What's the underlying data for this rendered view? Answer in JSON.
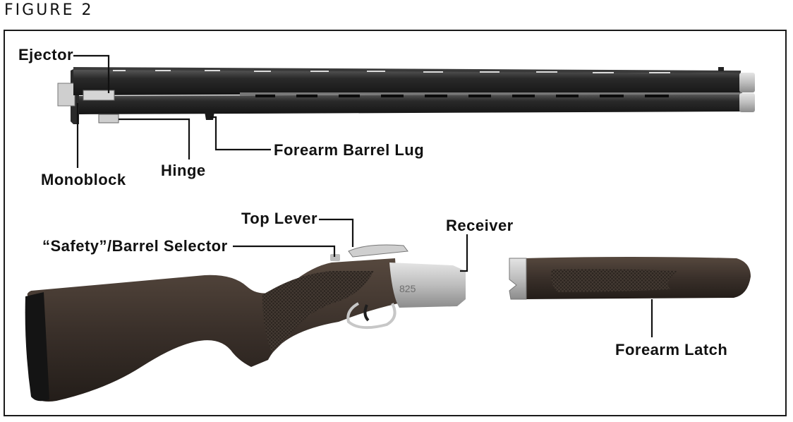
{
  "figure_title": "FIGURE 2",
  "labels": {
    "ejector": "Ejector",
    "monoblock": "Monoblock",
    "hinge": "Hinge",
    "forearm_barrel_lug": "Forearm Barrel Lug",
    "top_lever": "Top Lever",
    "receiver": "Receiver",
    "safety_selector": "“Safety”/Barrel Selector",
    "forearm_latch": "Forearm Latch"
  },
  "receiver_mark": "825",
  "colors": {
    "barrel": "#2b2b2b",
    "steel": "#b9b9b9",
    "wood": "#3b322c",
    "wood_dark": "#221c18",
    "frame": "#1a1a1a"
  }
}
